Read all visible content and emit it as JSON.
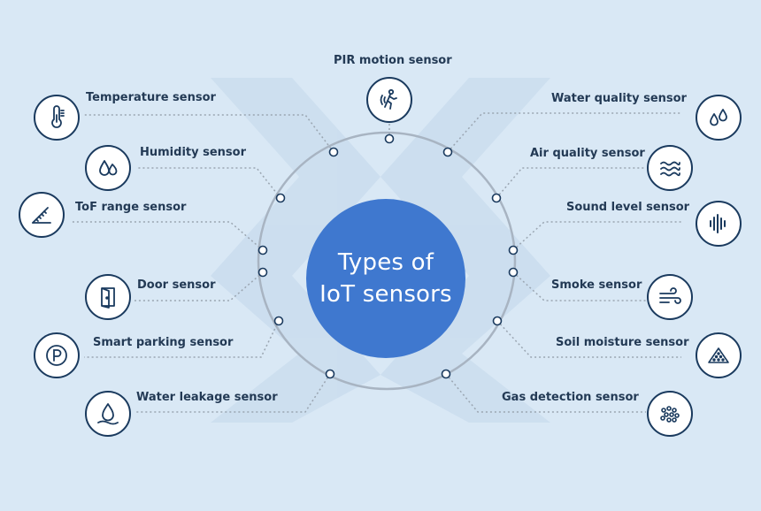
{
  "title": {
    "line1": "Types of",
    "line2": "IoT sensors"
  },
  "colors": {
    "background": "#d9e8f5",
    "center": "#3f78cf",
    "ring": "#a8b4c2",
    "icon_stroke": "#1a3a5e",
    "connector": "#9aa5b1"
  },
  "sensors": [
    {
      "label": "PIR motion sensor",
      "icon": "motion-icon"
    },
    {
      "label": "Temperature sensor",
      "icon": "thermometer-icon"
    },
    {
      "label": "Humidity sensor",
      "icon": "droplets-icon"
    },
    {
      "label": "ToF range sensor",
      "icon": "ruler-icon"
    },
    {
      "label": "Door sensor",
      "icon": "door-icon"
    },
    {
      "label": "Smart parking sensor",
      "icon": "parking-icon"
    },
    {
      "label": "Water leakage sensor",
      "icon": "water-drop-icon"
    },
    {
      "label": "Water quality sensor",
      "icon": "drops-icon"
    },
    {
      "label": "Air quality sensor",
      "icon": "waves-icon"
    },
    {
      "label": "Sound level sensor",
      "icon": "sound-bars-icon"
    },
    {
      "label": "Smoke sensor",
      "icon": "wind-icon"
    },
    {
      "label": "Soil moisture sensor",
      "icon": "soil-icon"
    },
    {
      "label": "Gas detection sensor",
      "icon": "gas-icon"
    }
  ]
}
